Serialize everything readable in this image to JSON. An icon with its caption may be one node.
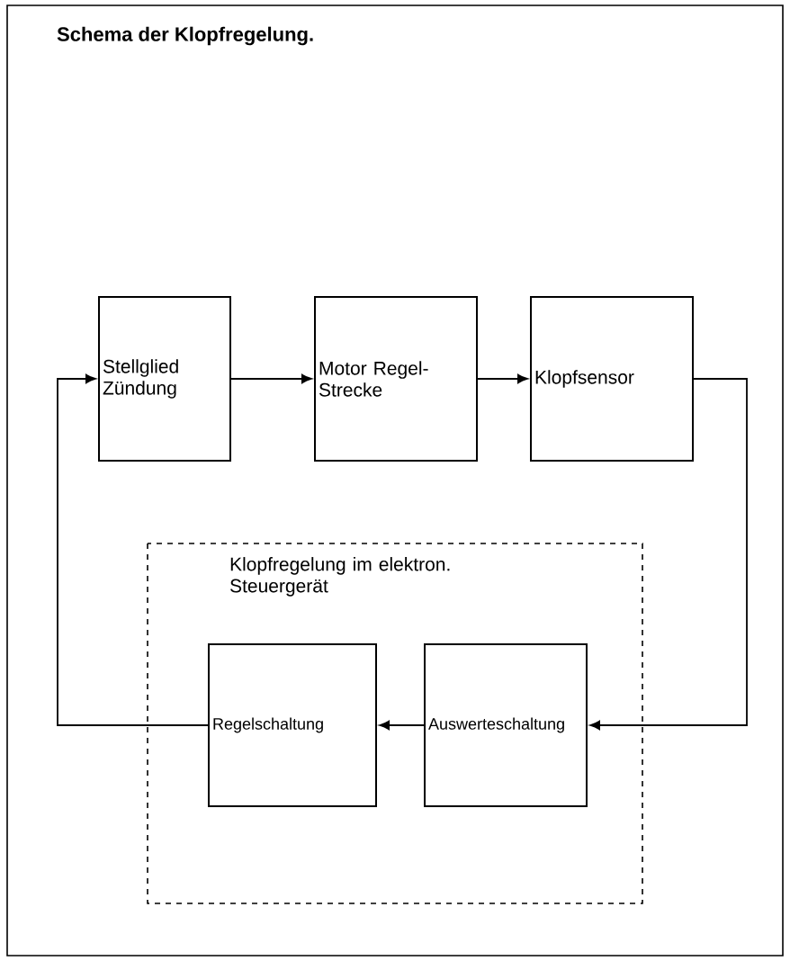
{
  "diagram": {
    "title": "Schema der Klopfregelung.",
    "nodes": [
      {
        "text": [
          "Stellglied Zündung"
        ]
      },
      {
        "text": [
          "Motor Regel-Strecke"
        ]
      },
      {
        "text": [
          "Klopfsensor"
        ]
      },
      {
        "text": [
          "Klopfregelung im elektron. Steuergerät"
        ]
      },
      {
        "text": [
          "Regelschaltung"
        ],
        "in": 3
      },
      {
        "text": [
          "Auswerteschaltung"
        ],
        "in": 3
      }
    ],
    "edges": [
      {
        "from": 0,
        "to": 1,
        "arrow": "to"
      },
      {
        "from": 1,
        "to": 2,
        "arrow": "to"
      },
      {
        "from": 2,
        "to": 5,
        "arrow": "to"
      },
      {
        "from": 5,
        "to": 4,
        "arrow": "to"
      },
      {
        "from": 4,
        "to": 0,
        "arrow": "to"
      }
    ]
  }
}
